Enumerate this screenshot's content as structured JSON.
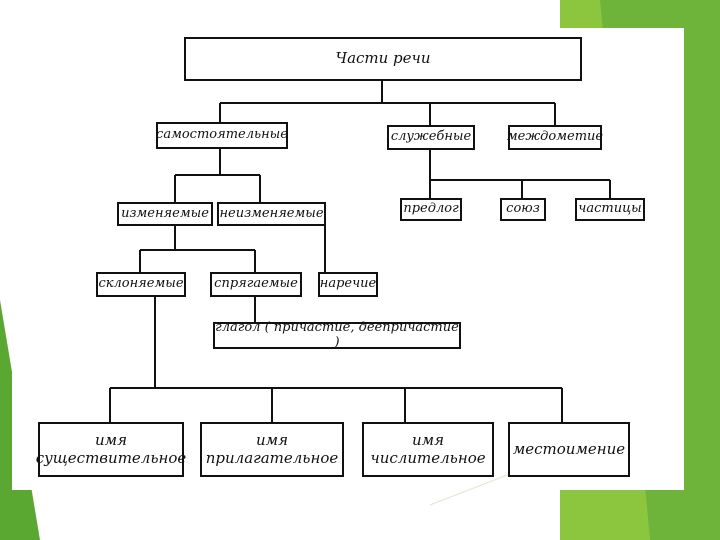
{
  "colors": {
    "green_light": "#8cc63f",
    "green_dark": "#5aa832",
    "line": "#111111"
  },
  "diagram": {
    "root": "Части речи",
    "independent": "самостоятельные",
    "auxiliary": "служебные",
    "interjection": "междометие",
    "inflected": "изменяемые",
    "uninflected": "неизменяемые",
    "preposition": "предлог",
    "conjunction": "союз",
    "particles": "частицы",
    "declinable": "склоняемые",
    "conjugable": "спрягаемые",
    "adverb": "наречие",
    "verb": "глагол ( причастие, деепричастие )",
    "noun": "имя\nсуществительное",
    "adjective": "имя\nприлагательное",
    "numeral": "имя\nчислительное",
    "pronoun": "местоимение"
  }
}
